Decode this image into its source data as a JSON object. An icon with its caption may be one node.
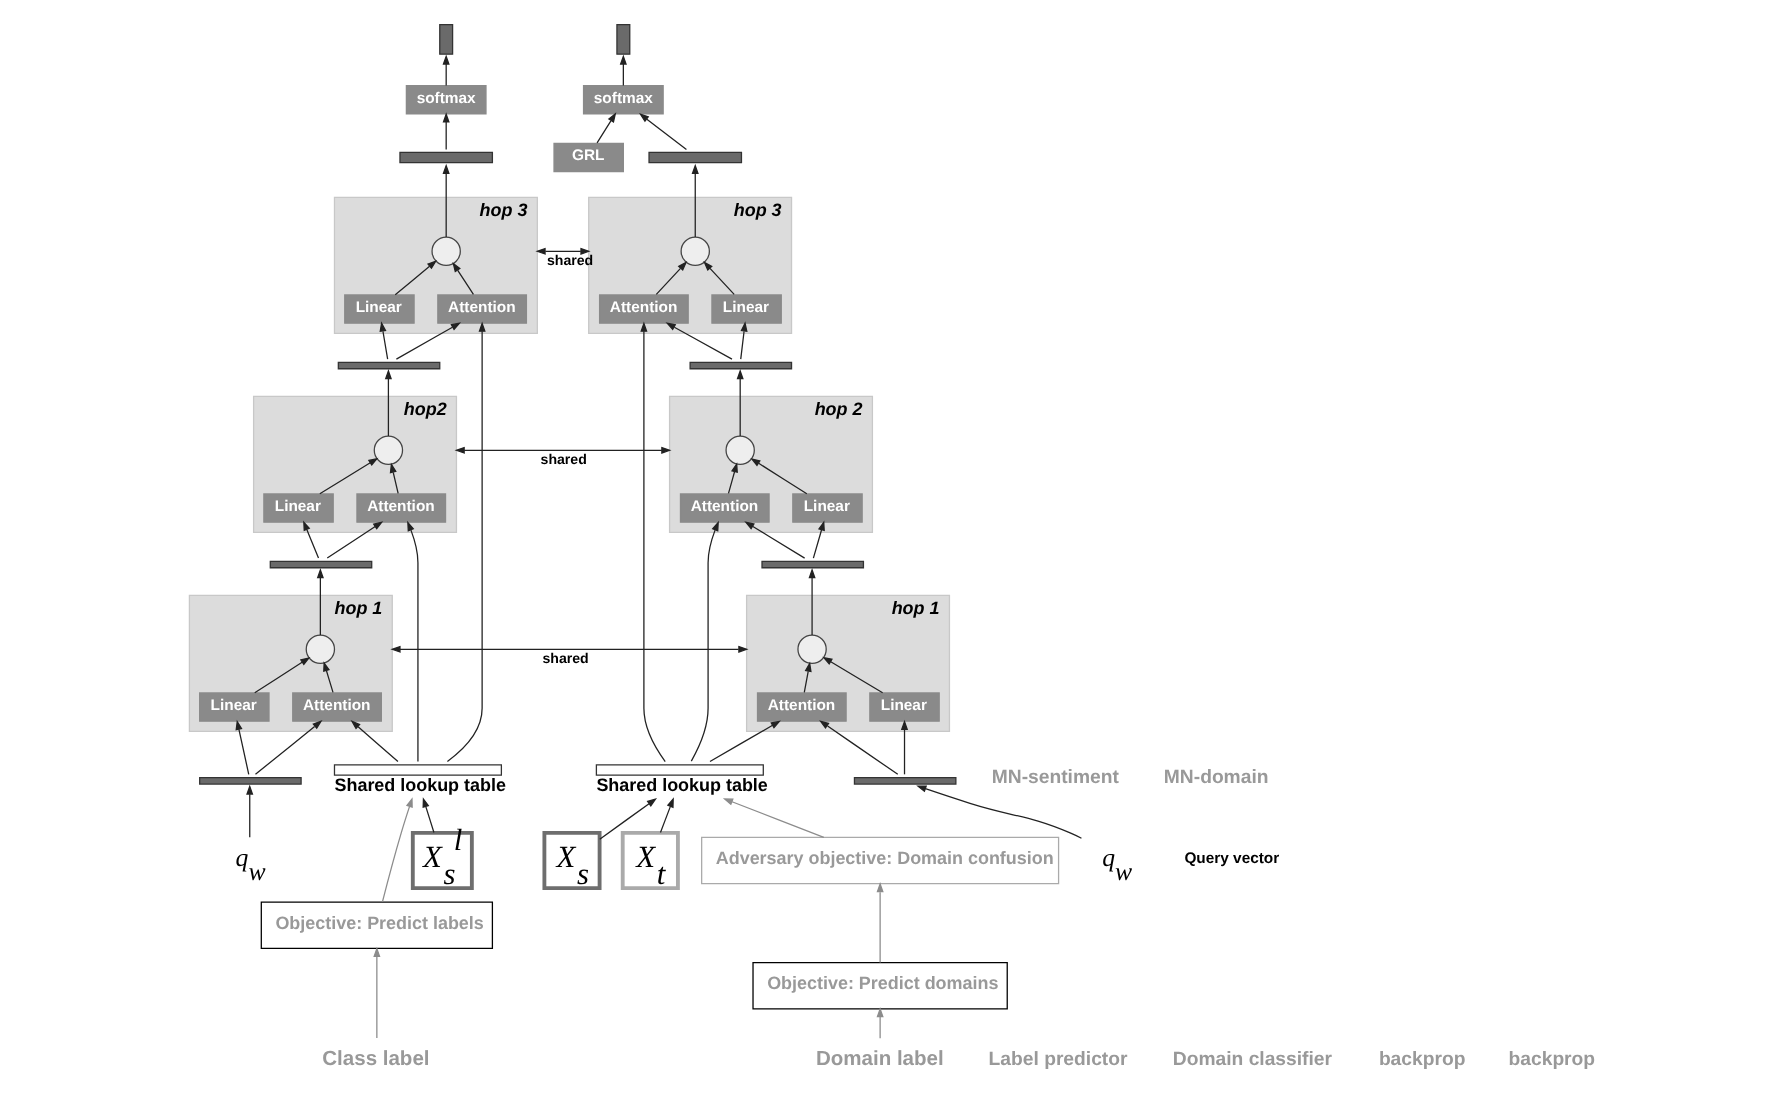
{
  "diagram": {
    "nodes": [
      {
        "text": [
          "Class label"
        ]
      },
      {
        "text": [
          "Domain label"
        ]
      },
      {
        "text": [
          "Objective: Predict labels"
        ]
      },
      {
        "text": [
          "Objective: Predict domains"
        ]
      },
      {
        "text": [
          "Adversary objective: Domain confusion"
        ]
      },
      {
        "text": [],
        "shape": "bar"
      },
      {
        "text": [],
        "shape": "bar"
      },
      {
        "text": [
          "softmax"
        ]
      },
      {
        "text": [
          "softmax"
        ]
      },
      {
        "text": [
          "GRL"
        ]
      },
      {
        "text": [],
        "shape": "bar"
      },
      {
        "text": [],
        "shape": "bar"
      },
      {
        "text": [
          "hop 3"
        ]
      },
      {
        "text": [],
        "shape": "circle",
        "in": 12
      },
      {
        "text": [
          "Attention"
        ],
        "in": 12
      },
      {
        "text": [
          "Linear"
        ],
        "in": 12
      },
      {
        "text": [],
        "shape": "bar"
      },
      {
        "text": [
          "hop2"
        ]
      },
      {
        "text": [],
        "shape": "circle",
        "in": 17
      },
      {
        "text": [
          "Attention"
        ],
        "in": 17
      },
      {
        "text": [
          "Linear"
        ],
        "in": 17
      },
      {
        "text": [],
        "shape": "bar"
      },
      {
        "text": [
          "hop 1"
        ]
      },
      {
        "text": [],
        "shape": "circle",
        "in": 22
      },
      {
        "text": [
          "Attention"
        ],
        "in": 22
      },
      {
        "text": [
          "Linear"
        ],
        "in": 22
      },
      {
        "text": [],
        "shape": "bar"
      },
      {
        "text": [
          "hop 3"
        ]
      },
      {
        "text": [],
        "shape": "circle",
        "in": 27
      },
      {
        "text": [
          "Linear"
        ],
        "in": 27
      },
      {
        "text": [
          "Attention"
        ],
        "in": 27
      },
      {
        "text": [],
        "shape": "bar"
      },
      {
        "text": [
          "hop 2"
        ]
      },
      {
        "text": [],
        "shape": "circle",
        "in": 32
      },
      {
        "text": [
          "Linear"
        ],
        "in": 32
      },
      {
        "text": [
          "Attention"
        ],
        "in": 32
      },
      {
        "text": [],
        "shape": "bar"
      },
      {
        "text": [
          "hop 1"
        ]
      },
      {
        "text": [],
        "shape": "circle",
        "in": 37
      },
      {
        "text": [
          "Linear"
        ],
        "in": 37
      },
      {
        "text": [
          "Attention"
        ],
        "in": 37
      },
      {
        "text": [],
        "shape": "bar"
      },
      {
        "text": [],
        "shape": "bar",
        "beside": [
          "Shared lookup table"
        ]
      },
      {
        "text": [
          "X$_{s}$$^{l}$"
        ]
      },
      {
        "text": [],
        "shape": "bar",
        "beside": [
          "Shared lookup table"
        ]
      },
      {
        "text": [
          "X$_{s}$"
        ]
      },
      {
        "text": [
          "X$_{t}$"
        ]
      },
      {
        "text": [
          "q$_{w}$"
        ]
      },
      {
        "text": [
          "q$_{w}$"
        ]
      }
    ],
    "edges": [
      {
        "from": 0,
        "to": 2,
        "arrow": "to",
        "color": "#8c8c8c"
      },
      {
        "from": 1,
        "to": 3,
        "arrow": "to",
        "color": "#8c8c8c"
      },
      {
        "from": 2,
        "to": 42,
        "arrow": "to",
        "color": "#8c8c8c"
      },
      {
        "from": 3,
        "to": 4,
        "arrow": "to",
        "color": "#8c8c8c"
      },
      {
        "from": 4,
        "to": 44,
        "arrow": "to",
        "color": "#8c8c8c"
      },
      {
        "from": 7,
        "to": 5,
        "arrow": "to"
      },
      {
        "from": 8,
        "to": 6,
        "arrow": "to"
      },
      {
        "from": 10,
        "to": 7,
        "arrow": "to"
      },
      {
        "from": 11,
        "to": 8,
        "arrow": "to"
      },
      {
        "from": 9,
        "to": 8,
        "arrow": "to"
      },
      {
        "from": 13,
        "to": 10,
        "arrow": "to"
      },
      {
        "from": 28,
        "to": 11,
        "arrow": "to"
      },
      {
        "from": 14,
        "to": 13,
        "arrow": "to"
      },
      {
        "from": 15,
        "to": 13,
        "arrow": "to"
      },
      {
        "from": 16,
        "to": 14,
        "arrow": "to"
      },
      {
        "from": 16,
        "to": 15,
        "arrow": "to"
      },
      {
        "from": 18,
        "to": 16,
        "arrow": "to"
      },
      {
        "from": 19,
        "to": 18,
        "arrow": "to"
      },
      {
        "from": 20,
        "to": 18,
        "arrow": "to"
      },
      {
        "from": 21,
        "to": 19,
        "arrow": "to"
      },
      {
        "from": 21,
        "to": 20,
        "arrow": "to"
      },
      {
        "from": 23,
        "to": 21,
        "arrow": "to"
      },
      {
        "from": 24,
        "to": 23,
        "arrow": "to"
      },
      {
        "from": 25,
        "to": 23,
        "arrow": "to"
      },
      {
        "from": 26,
        "to": 24,
        "arrow": "to"
      },
      {
        "from": 26,
        "to": 25,
        "arrow": "to"
      },
      {
        "from": 47,
        "to": 26,
        "arrow": "to"
      },
      {
        "from": 29,
        "to": 28,
        "arrow": "to"
      },
      {
        "from": 30,
        "to": 28,
        "arrow": "to"
      },
      {
        "from": 31,
        "to": 29,
        "arrow": "to"
      },
      {
        "from": 31,
        "to": 30,
        "arrow": "to"
      },
      {
        "from": 33,
        "to": 31,
        "arrow": "to"
      },
      {
        "from": 34,
        "to": 33,
        "arrow": "to"
      },
      {
        "from": 35,
        "to": 33,
        "arrow": "to"
      },
      {
        "from": 36,
        "to": 34,
        "arrow": "to"
      },
      {
        "from": 36,
        "to": 35,
        "arrow": "to"
      },
      {
        "from": 38,
        "to": 36,
        "arrow": "to"
      },
      {
        "from": 39,
        "to": 38,
        "arrow": "to"
      },
      {
        "from": 40,
        "to": 38,
        "arrow": "to"
      },
      {
        "from": 41,
        "to": 39,
        "arrow": "to"
      },
      {
        "from": 41,
        "to": 40,
        "arrow": "to"
      },
      {
        "from": 48,
        "to": 41,
        "arrow": "to"
      },
      {
        "from": 12,
        "to": 27,
        "arrow": "both",
        "label": "shared"
      },
      {
        "from": 17,
        "to": 32,
        "arrow": "both",
        "label": "shared"
      },
      {
        "from": 22,
        "to": 37,
        "arrow": "both",
        "label": "shared"
      },
      {
        "from": 42,
        "to": 14,
        "arrow": "to"
      },
      {
        "from": 42,
        "to": 19,
        "arrow": "to"
      },
      {
        "from": 42,
        "to": 24,
        "arrow": "to"
      },
      {
        "from": 44,
        "to": 30,
        "arrow": "to"
      },
      {
        "from": 44,
        "to": 35,
        "arrow": "to"
      },
      {
        "from": 44,
        "to": 40,
        "arrow": "to"
      },
      {
        "from": 43,
        "to": 42,
        "arrow": "to"
      },
      {
        "from": 45,
        "to": 44,
        "arrow": "to"
      },
      {
        "from": 46,
        "to": 44,
        "arrow": "to"
      }
    ],
    "labels": [
      "Label predictor",
      "Domain classifier",
      "backprop",
      "backprop",
      "MN-sentiment",
      "MN-domain",
      "Query vector"
    ]
  }
}
